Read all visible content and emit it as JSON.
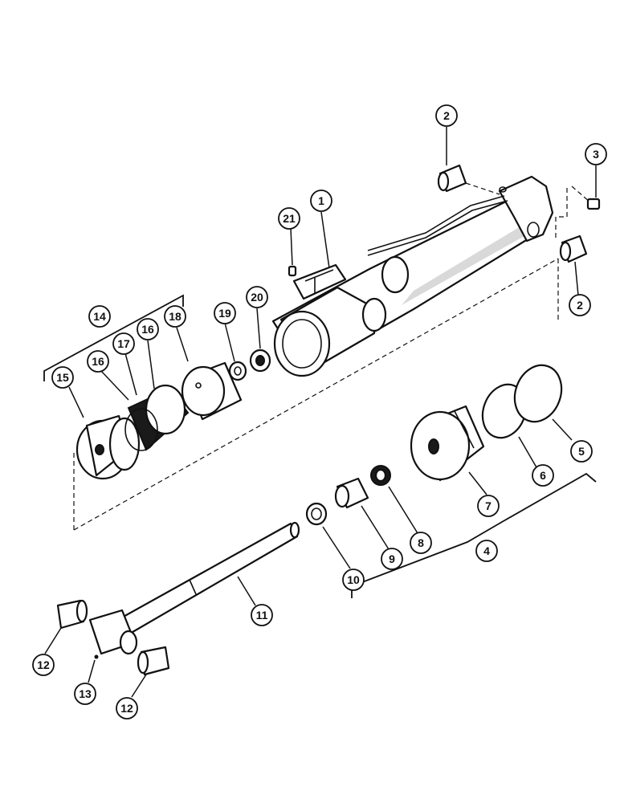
{
  "callouts": {
    "c1": "1",
    "c2a": "2",
    "c2b": "2",
    "c3": "3",
    "c4": "4",
    "c5": "5",
    "c6": "6",
    "c7": "7",
    "c8": "8",
    "c9": "9",
    "c10": "10",
    "c11": "11",
    "c12a": "12",
    "c12b": "12",
    "c13": "13",
    "c14": "14",
    "c15": "15",
    "c16a": "16",
    "c16b": "16",
    "c17": "17",
    "c18": "18",
    "c19": "19",
    "c20": "20",
    "c21": "21"
  }
}
